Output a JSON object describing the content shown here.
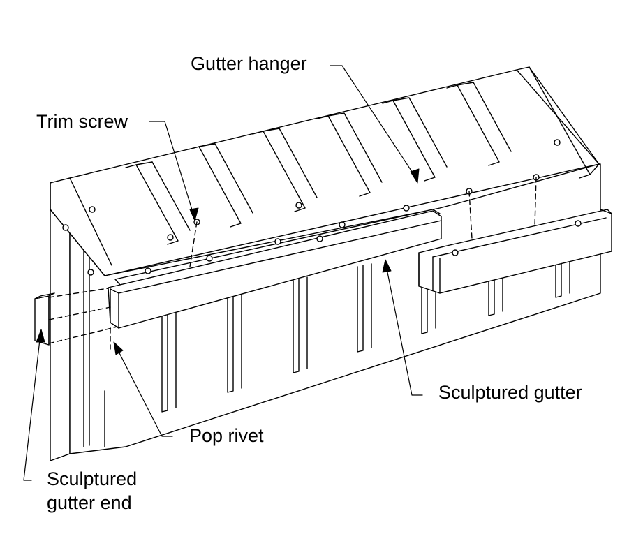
{
  "labels": {
    "gutter_hanger": "Gutter hanger",
    "trim_screw": "Trim screw",
    "sculptured_gutter": "Sculptured gutter",
    "pop_rivet": "Pop rivet",
    "sculptured_gutter_end_line1": "Sculptured",
    "sculptured_gutter_end_line2": "gutter end"
  },
  "colors": {
    "ink": "#000000",
    "background": "#ffffff"
  }
}
